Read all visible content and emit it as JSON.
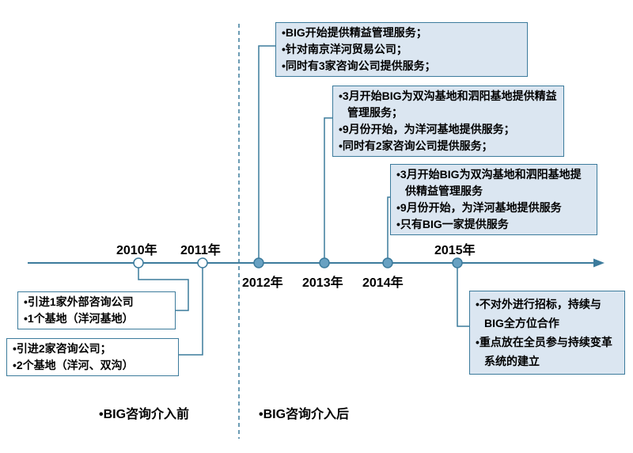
{
  "colors": {
    "accent_line": "#3c7b9c",
    "callout_fill": "#dbe6f1",
    "node_filled_fill": "#68a1c2",
    "node_open_fill": "#ffffff",
    "text": "#000000"
  },
  "timeline": {
    "years": {
      "y2010": "2010年",
      "y2011": "2011年",
      "y2012": "2012年",
      "y2013": "2013年",
      "y2014": "2014年",
      "y2015": "2015年"
    },
    "nodes": [
      {
        "year": "2010年",
        "style": "open"
      },
      {
        "year": "2011年",
        "style": "open"
      },
      {
        "year": "2012年",
        "style": "filled"
      },
      {
        "year": "2013年",
        "style": "filled"
      },
      {
        "year": "2014年",
        "style": "filled"
      },
      {
        "year": "2015年",
        "style": "filled"
      }
    ]
  },
  "callouts": {
    "c2010": {
      "lines": [
        "•引进1家外部咨询公司",
        "•1个基地（洋河基地）"
      ]
    },
    "c2011": {
      "lines": [
        "•引进2家咨询公司；",
        "•2个基地（洋河、双沟）"
      ]
    },
    "c2012": {
      "lines": [
        "•BIG开始提供精益管理服务；",
        "•针对南京洋河贸易公司；",
        "•同时有3家咨询公司提供服务；"
      ]
    },
    "c2013": {
      "lines": [
        "•3月开始BIG为双沟基地和泗阳基地提供精益管理服务；",
        "•9月份开始，为洋河基地提供服务；",
        "•同时有2家咨询公司提供服务；"
      ]
    },
    "c2014": {
      "lines": [
        "•3月开始BIG为双沟基地和泗阳基地提供精益管理服务",
        "•9月份开始，为洋河基地提供服务",
        "•只有BIG一家提供服务"
      ]
    },
    "c2015": {
      "lines": [
        "•不对外进行招标，持续与BIG全方位合作",
        "•重点放在全员参与持续变革系统的建立"
      ]
    }
  },
  "phases": {
    "before": "•BIG咨询介入前",
    "after": "•BIG咨询介入后"
  }
}
